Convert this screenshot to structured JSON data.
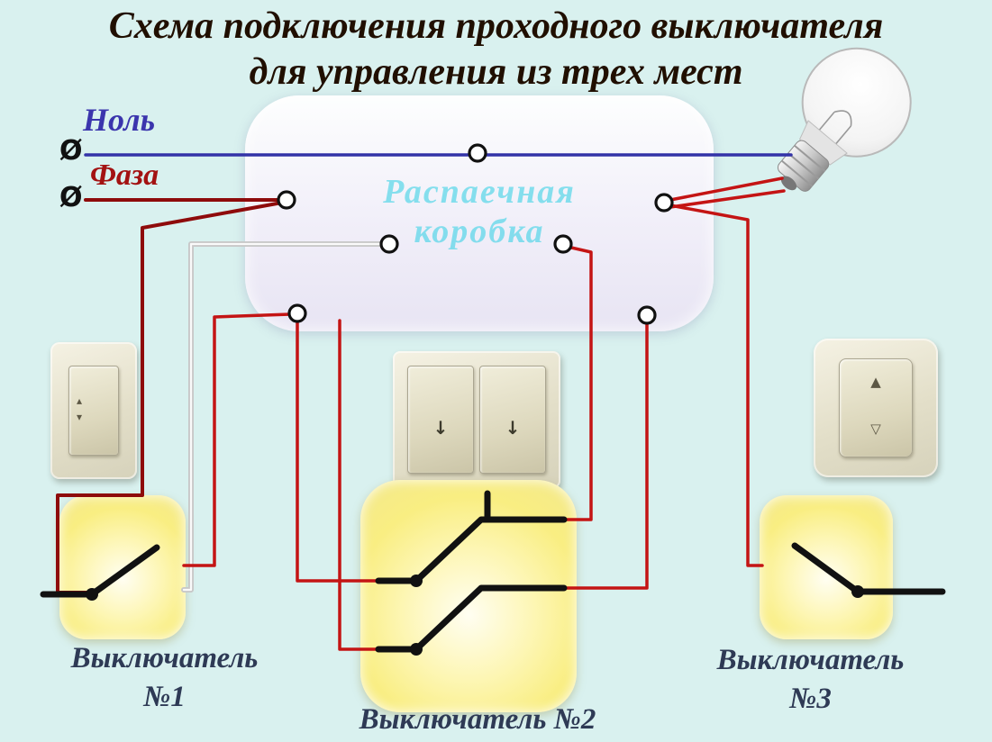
{
  "title": {
    "line1": "Схема подключения проходного выключателя",
    "line2": "для управления из трех мест"
  },
  "source_labels": {
    "neutral": "Ноль",
    "neutral_symbol": "Ø",
    "phase": "Фаза",
    "phase_symbol": "Ø"
  },
  "junction_box": {
    "watermark_line1": "Распаечная",
    "watermark_line2": "коробка"
  },
  "switch_labels": {
    "sw1_line1": "Выключатель",
    "sw1_line2": "№1",
    "sw2": "Выключатель №2",
    "sw3_line1": "Выключатель",
    "sw3_line2": "№3"
  },
  "wall_switches": {
    "left": {
      "glyphs": [
        "▴",
        "▾"
      ]
    },
    "center": {
      "glyphs": [
        "↓",
        "↓"
      ]
    },
    "right": {
      "glyphs": [
        "▲",
        "▽"
      ]
    }
  },
  "colors": {
    "background": "#d9f1ef",
    "title": "#200f00",
    "neutral_label": "#3b35ad",
    "phase_label": "#a31212",
    "switch_label": "#2e3a55",
    "wire_neutral": "#3333a8",
    "wire_phase": "#8e0b0b",
    "wire_red": "#c41414",
    "wire_gray": "#c8c8c8",
    "symbol_black": "#111111",
    "box_watermark": "#3cd2e6"
  }
}
